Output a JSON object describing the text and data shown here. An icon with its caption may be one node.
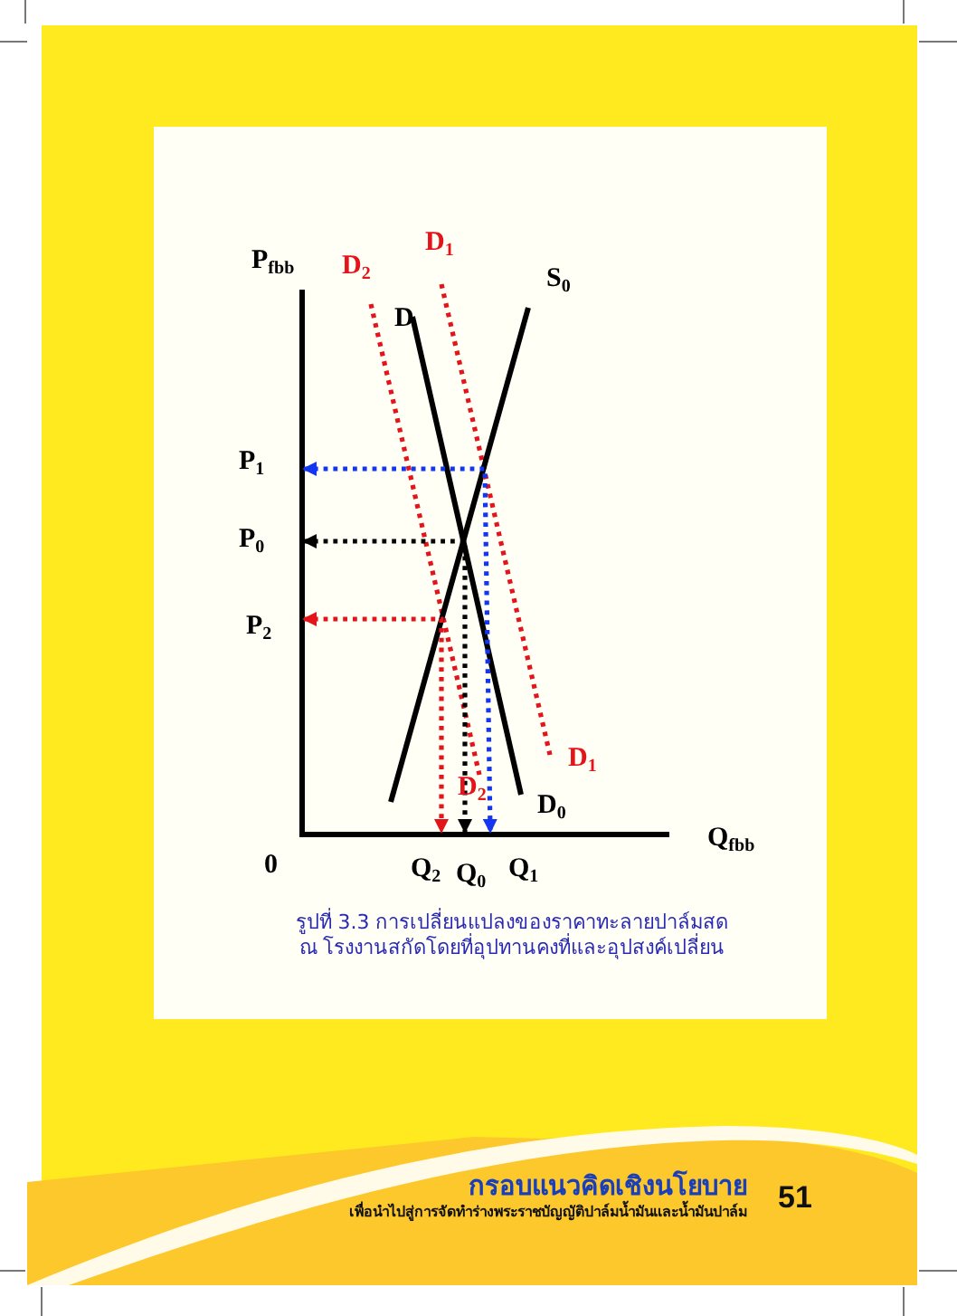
{
  "diagram": {
    "caption": "รูปที่ 3.3 การเปลี่ยนแปลงของราคาทะลายปาล์มสด ณ โรงงานสกัดโดยที่อุปทานคงที่และอุปสงค์เปลี่ยน",
    "labels": [
      "D$_{1}$",
      "P$_{fbb}$",
      "D$_{2}$",
      "S$_{0}$",
      "D",
      "P$_{1}$",
      "P$_{0}$",
      "P$_{2}$",
      "D$_{1}$",
      "D$_{2}$",
      "D$_{0}$",
      "Q$_{fbb}$",
      "0",
      "Q$_{2}$",
      "Q$_{0}$",
      "Q$_{1}$",
      "กรอบแนวคิดเชิงนโยบาย",
      "เพื่อนำไปสู่การจัดทำร่างพระราชบัญญัติปาล์มน้ำมันและน้ำมันปาล์ม",
      "51"
    ]
  }
}
